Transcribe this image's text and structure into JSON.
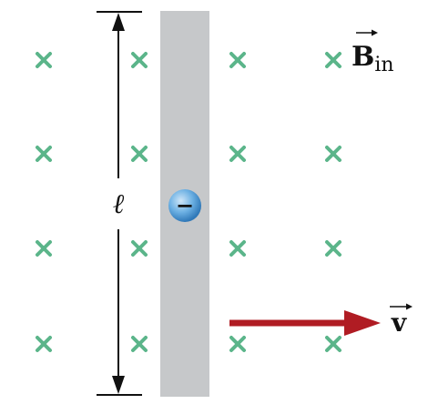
{
  "diagram": {
    "field_label": "B",
    "field_subscript": "in",
    "length_label": "ℓ",
    "velocity_label": "v",
    "charge_sign": "−",
    "field_marker": "cross-mark-icon",
    "field_rows": 4,
    "field_columns": 4,
    "colors": {
      "background": "#ffffff",
      "field_marker": "#5bb58a",
      "rod": "#c6c8ca",
      "charge": "#4b9bd6",
      "velocity_arrow": "#b01c23",
      "dimension_line": "#111111"
    }
  }
}
